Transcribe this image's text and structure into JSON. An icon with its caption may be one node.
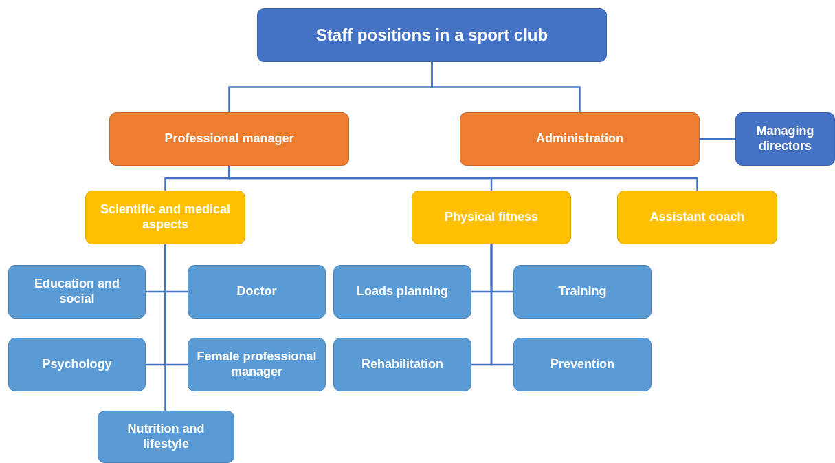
{
  "diagram": {
    "nodes": [
      {
        "text": [
          "Staff positions in a sport club"
        ]
      },
      {
        "text": [
          "Professional manager"
        ]
      },
      {
        "text": [
          "Administration"
        ]
      },
      {
        "text": [
          "Managing directors"
        ]
      },
      {
        "text": [
          "Scientific and medical aspects"
        ]
      },
      {
        "text": [
          "Physical fitness"
        ]
      },
      {
        "text": [
          "Assistant coach"
        ]
      },
      {
        "text": [
          "Education and social"
        ]
      },
      {
        "text": [
          "Doctor"
        ]
      },
      {
        "text": [
          "Psychology"
        ]
      },
      {
        "text": [
          "Female professional manager"
        ]
      },
      {
        "text": [
          "Nutrition and lifestyle"
        ]
      },
      {
        "text": [
          "Loads planning"
        ]
      },
      {
        "text": [
          "Training"
        ]
      },
      {
        "text": [
          "Rehabilitation"
        ]
      },
      {
        "text": [
          "Prevention"
        ]
      }
    ],
    "edges": [
      {
        "from": 0,
        "to": 1,
        "arrow": "none"
      },
      {
        "from": 0,
        "to": 2,
        "arrow": "none"
      },
      {
        "from": 2,
        "to": 3,
        "arrow": "none"
      },
      {
        "from": 1,
        "to": 4,
        "arrow": "none"
      },
      {
        "from": 1,
        "to": 5,
        "arrow": "none"
      },
      {
        "from": 1,
        "to": 6,
        "arrow": "none"
      },
      {
        "from": 4,
        "to": 7,
        "arrow": "none"
      },
      {
        "from": 4,
        "to": 8,
        "arrow": "none"
      },
      {
        "from": 4,
        "to": 9,
        "arrow": "none"
      },
      {
        "from": 4,
        "to": 10,
        "arrow": "none"
      },
      {
        "from": 4,
        "to": 11,
        "arrow": "none"
      },
      {
        "from": 5,
        "to": 12,
        "arrow": "none"
      },
      {
        "from": 5,
        "to": 13,
        "arrow": "none"
      },
      {
        "from": 5,
        "to": 14,
        "arrow": "none"
      },
      {
        "from": 5,
        "to": 15,
        "arrow": "none"
      }
    ]
  }
}
